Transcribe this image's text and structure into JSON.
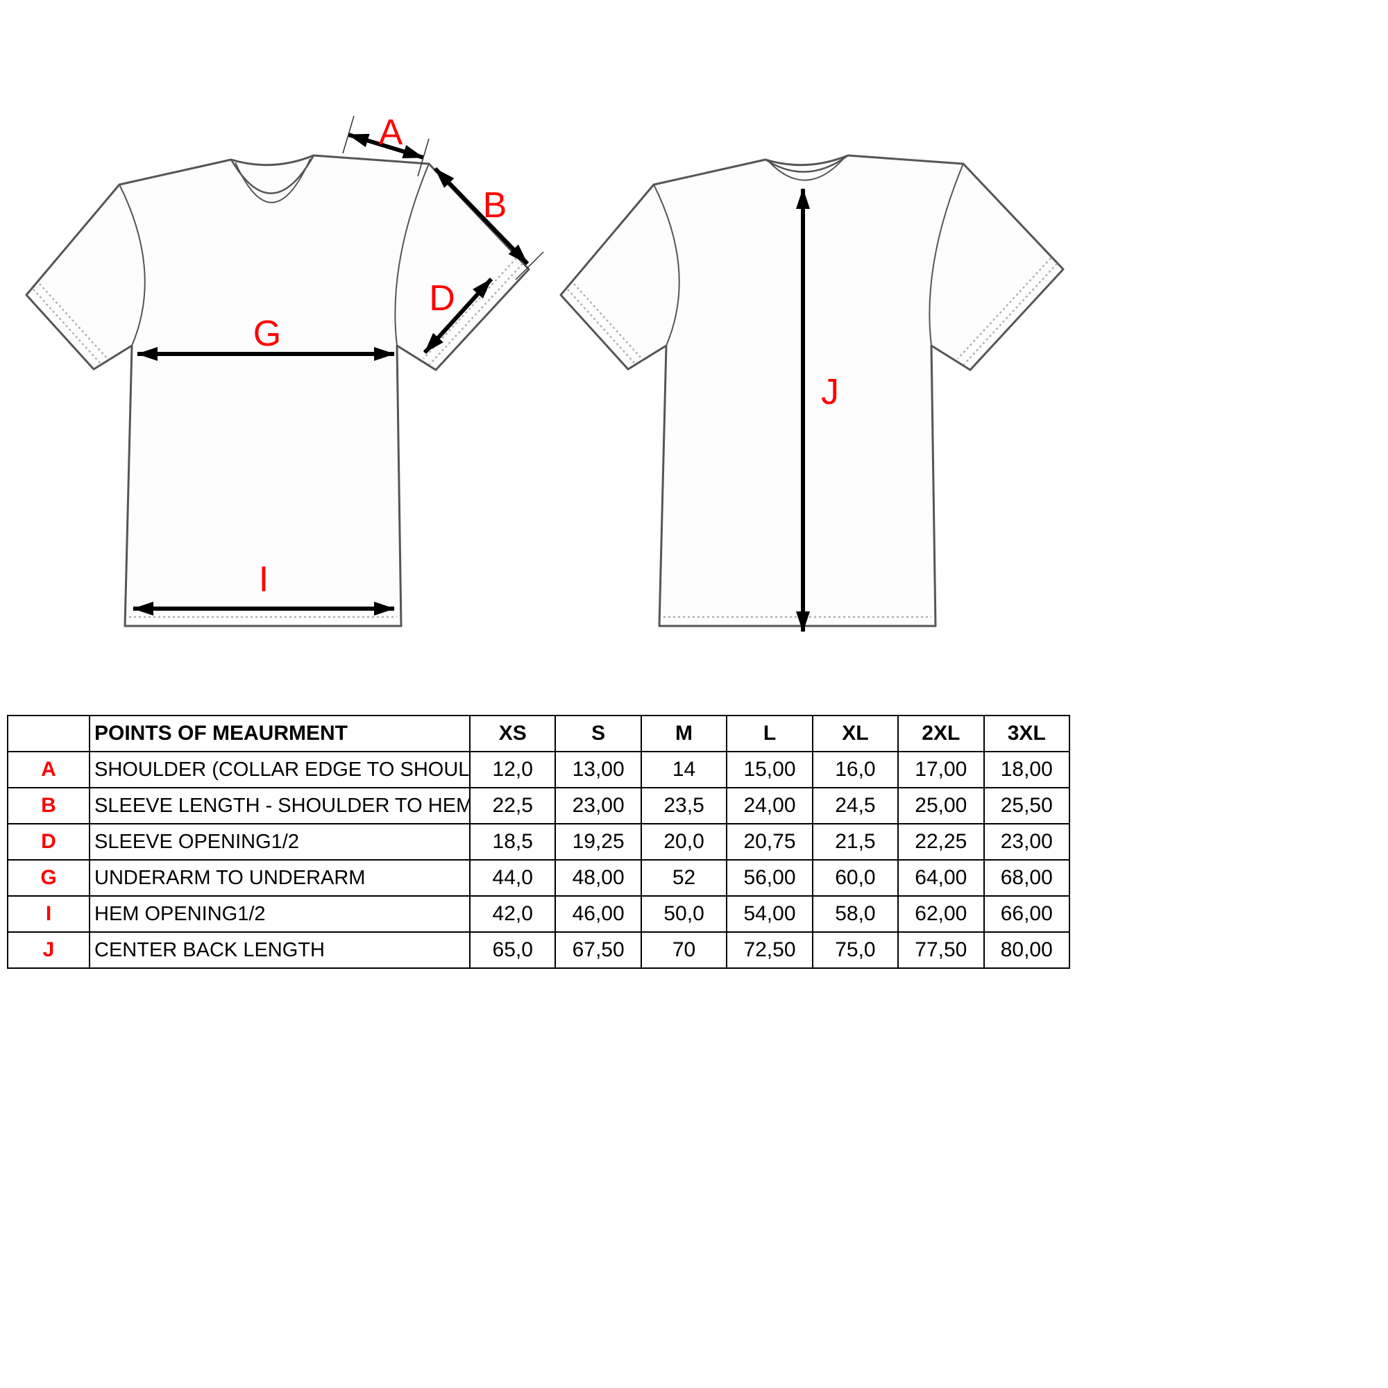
{
  "colors": {
    "label": "#ff0000",
    "outline": "#555555",
    "stitch": "#b0b0b0",
    "arrow": "#000000"
  },
  "diagram": {
    "front_view": {
      "label_a": "A",
      "label_b": "B",
      "label_d": "D",
      "label_g": "G",
      "label_i": "I"
    },
    "back_view": {
      "label_j": "J"
    }
  },
  "table": {
    "header": {
      "title": "POINTS OF MEAURMENT",
      "sizes": [
        "XS",
        "S",
        "M",
        "L",
        "XL",
        "2XL",
        "3XL"
      ]
    },
    "rows": [
      {
        "letter": "A",
        "name": "SHOULDER (COLLAR EDGE TO SHOULDER EDGE)",
        "values": [
          "12,0",
          "13,00",
          "14",
          "15,00",
          "16,0",
          "17,00",
          "18,00"
        ]
      },
      {
        "letter": "B",
        "name": "SLEEVE LENGTH - SHOULDER TO HEM",
        "values": [
          "22,5",
          "23,00",
          "23,5",
          "24,00",
          "24,5",
          "25,00",
          "25,50"
        ]
      },
      {
        "letter": "D",
        "name": "SLEEVE OPENING1/2",
        "values": [
          "18,5",
          "19,25",
          "20,0",
          "20,75",
          "21,5",
          "22,25",
          "23,00"
        ]
      },
      {
        "letter": "G",
        "name": "UNDERARM TO UNDERARM",
        "values": [
          "44,0",
          "48,00",
          "52",
          "56,00",
          "60,0",
          "64,00",
          "68,00"
        ]
      },
      {
        "letter": "I",
        "name": "HEM OPENING1/2",
        "values": [
          "42,0",
          "46,00",
          "50,0",
          "54,00",
          "58,0",
          "62,00",
          "66,00"
        ]
      },
      {
        "letter": "J",
        "name": "CENTER BACK LENGTH",
        "values": [
          "65,0",
          "67,50",
          "70",
          "72,50",
          "75,0",
          "77,50",
          "80,00"
        ]
      }
    ]
  }
}
